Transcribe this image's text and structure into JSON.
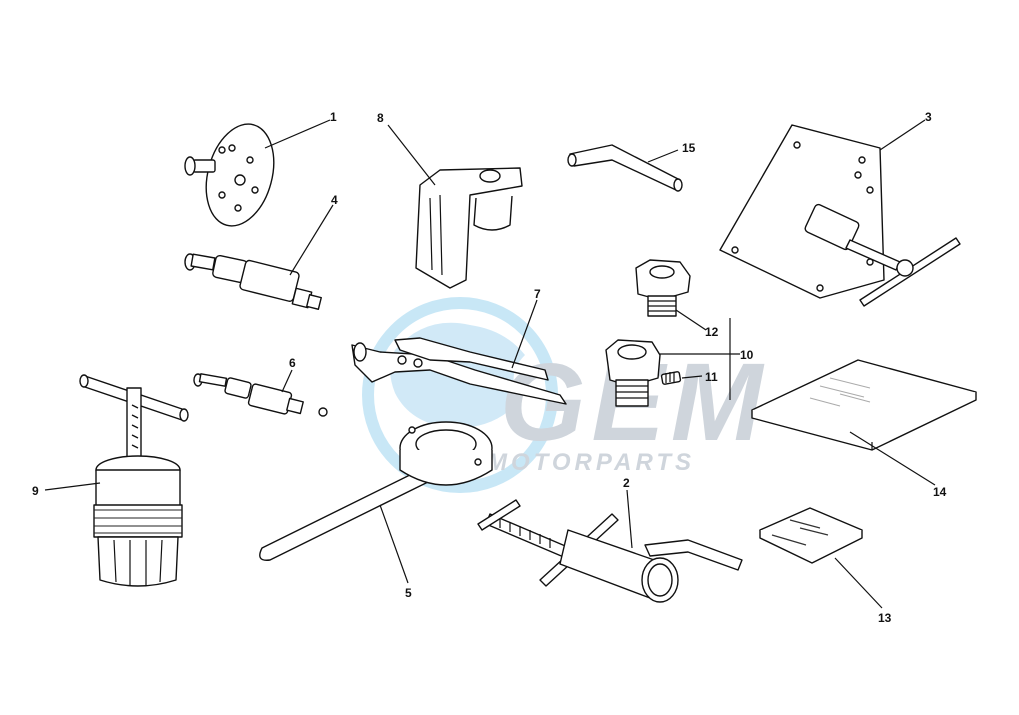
{
  "watermark": {
    "brand": "GEM",
    "subtitle": "MOTORPARTS",
    "color_blue": "#b9dff3",
    "color_grey": "#c9ced4"
  },
  "callouts": {
    "c1": "1",
    "c2": "2",
    "c3": "3",
    "c4": "4",
    "c5": "5",
    "c6": "6",
    "c7": "7",
    "c8": "8",
    "c9": "9",
    "c10": "10",
    "c11": "11",
    "c12": "12",
    "c13": "13",
    "c14": "14",
    "c15": "15"
  }
}
